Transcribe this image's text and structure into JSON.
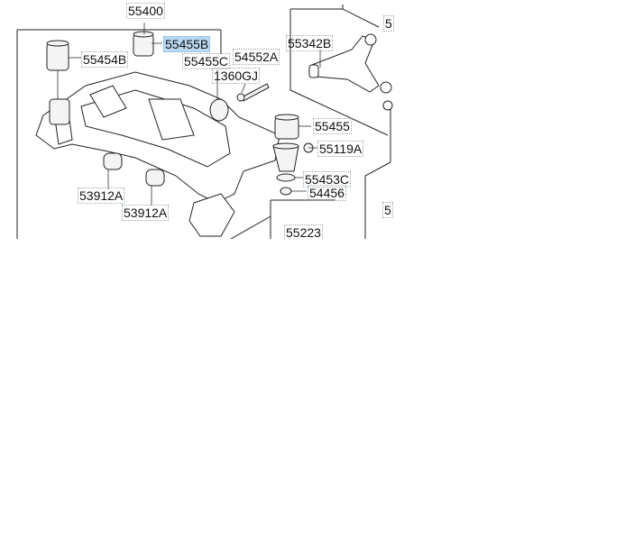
{
  "parts": [
    {
      "id": "p55400",
      "label": "55400"
    },
    {
      "id": "p55455b",
      "label": "55455B",
      "highlighted": true
    },
    {
      "id": "p55454b",
      "label": "55454B"
    },
    {
      "id": "p55455c",
      "label": "55455C"
    },
    {
      "id": "p54552a",
      "label": "54552A"
    },
    {
      "id": "p1360gj",
      "label": "1360GJ"
    },
    {
      "id": "p55342b",
      "label": "55342B"
    },
    {
      "id": "p55455",
      "label": "55455"
    },
    {
      "id": "p55119a",
      "label": "55119A"
    },
    {
      "id": "p55453c",
      "label": "55453C"
    },
    {
      "id": "p54456",
      "label": "54456"
    },
    {
      "id": "p53912a1",
      "label": "53912A"
    },
    {
      "id": "p53912a2",
      "label": "53912A"
    },
    {
      "id": "p55223",
      "label": "55223"
    },
    {
      "id": "pcut1",
      "label": "5"
    },
    {
      "id": "pcut2",
      "label": "5"
    }
  ],
  "colors": {
    "highlight": "#b9d9f3",
    "line": "#222222",
    "leader": "#333333"
  }
}
